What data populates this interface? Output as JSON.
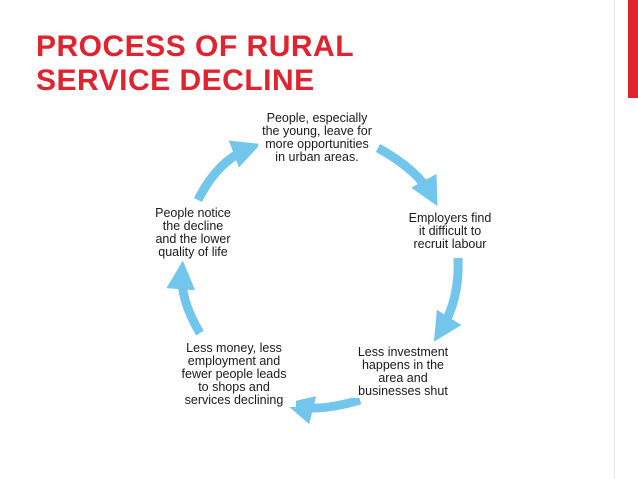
{
  "title": {
    "line1": "PROCESS OF RURAL",
    "line2": "SERVICE DECLINE"
  },
  "cycle": {
    "steps": [
      "People, especially\nthe young, leave for\nmore opportunities\nin urban areas.",
      "Employers find\nit difficult to\nrecruit labour",
      "Less investment\nhappens in the\narea and\nbusinesses shut",
      "Less money, less\nemployment and\nfewer people leads\nto shops and\nservices declining",
      "People notice\nthe decline\nand the lower\nquality of life"
    ],
    "arrow_color": "#72c6eb"
  },
  "theme": {
    "accent": "#e0242f"
  }
}
